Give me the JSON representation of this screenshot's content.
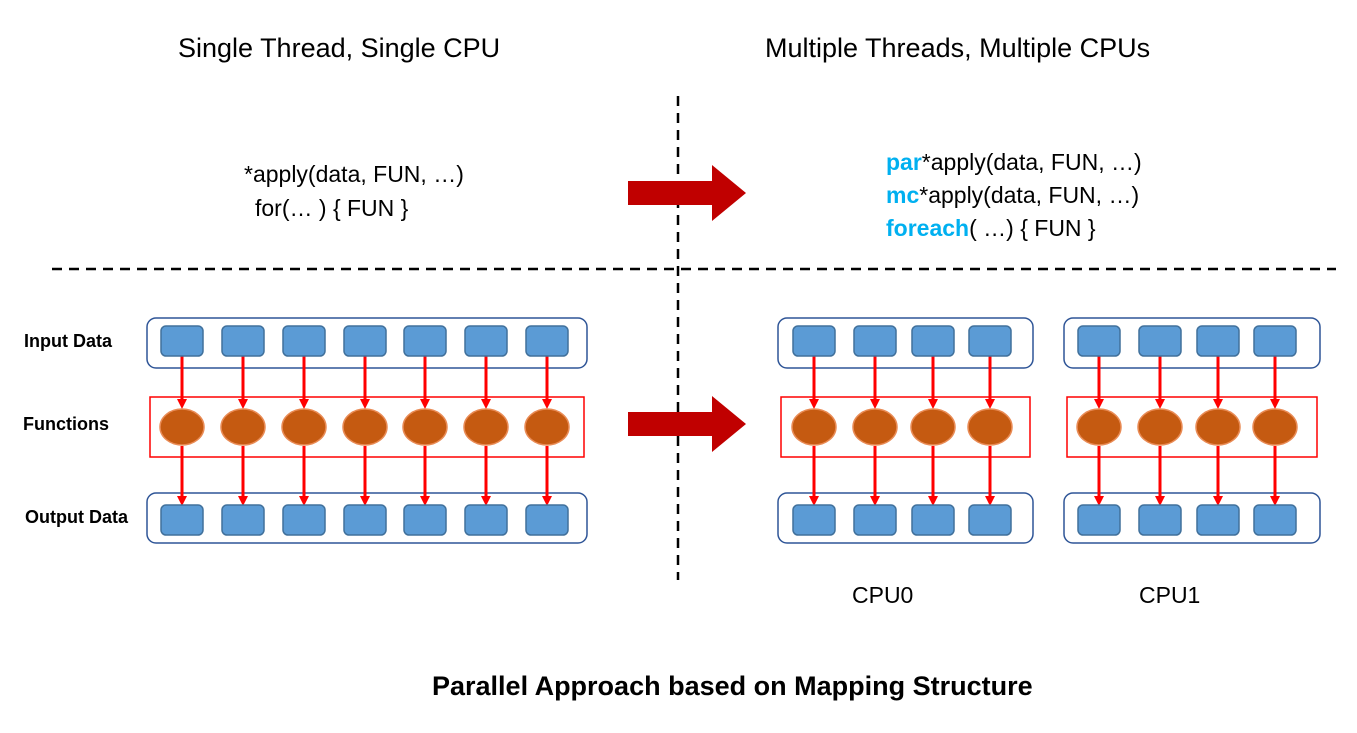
{
  "headers": {
    "left": "Single Thread, Single CPU",
    "right": "Multiple Threads, Multiple CPUs"
  },
  "sequential_code": {
    "line1": "*apply(data, FUN, …)",
    "line2": "for(… ) { FUN }"
  },
  "parallel_code": [
    {
      "keyword": "par",
      "rest": "*apply(data, FUN, …)"
    },
    {
      "keyword": "mc",
      "rest": "*apply(data, FUN, …)"
    },
    {
      "keyword": "foreach",
      "rest": "( …)  { FUN }"
    }
  ],
  "row_labels": {
    "input": "Input Data",
    "functions": "Functions",
    "output": "Output Data"
  },
  "cpu_labels": {
    "cpu0": "CPU0",
    "cpu1": "CPU1"
  },
  "caption": "Parallel Approach based on Mapping Structure",
  "colors": {
    "data_block": "#5b9bd5",
    "data_block_border": "#41719c",
    "function_node": "#c55a11",
    "function_border": "#e98b55",
    "arrow": "#ff0000",
    "big_arrow": "#c00000",
    "group_border": "#2f5597",
    "keyword": "#00b0f0"
  }
}
